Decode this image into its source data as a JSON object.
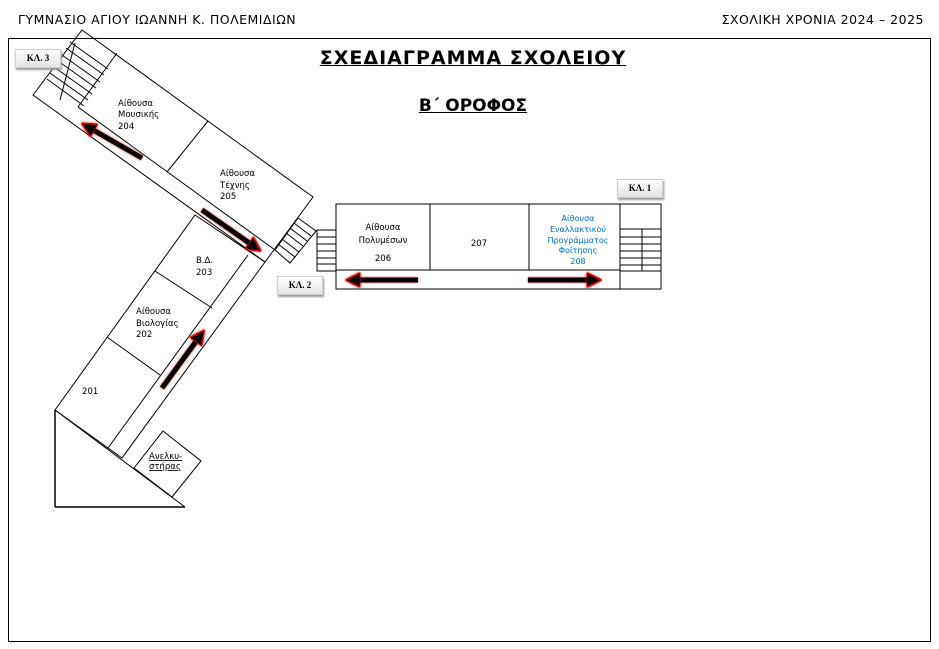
{
  "header": {
    "school": "ΓΥΜΝΑΣΙΟ ΑΓΙΟΥ ΙΩΑΝΝΗ Κ. ΠΟΛΕΜΙΔΙΩΝ",
    "year": "ΣΧΟΛΙΚΗ ΧΡΟΝΙΑ 2024 – 2025"
  },
  "title": "ΣΧΕΔΙΑΓΡΑΜΜΑ  ΣΧΟΛΕΙΟΥ",
  "floor": "Β΄ ΟΡΟΦΟΣ",
  "stairs": {
    "s1": "ΚΛ. 1",
    "s2": "ΚΛ. 2",
    "s3": "ΚΛ. 3"
  },
  "rooms": {
    "r201": {
      "number": "201"
    },
    "r202": {
      "line1": "Αίθουσα",
      "line2": "Βιολογίας",
      "number": "202"
    },
    "r203": {
      "line1": "Β.Δ.",
      "number": "203"
    },
    "r204": {
      "line1": "Αίθουσα",
      "line2": "Μουσικής",
      "number": "204"
    },
    "r205": {
      "line1": "Αίθουσα",
      "line2": "Τέχνης",
      "number": "205"
    },
    "r206": {
      "line1": "Αίθουσα",
      "line2": "Πολυμέσων",
      "number": "206"
    },
    "r207": {
      "number": "207"
    },
    "r208": {
      "line1": "Αίθουσα",
      "line2": "Εναλλακτικού",
      "line3": "Προγράμματος",
      "line4": "Φοίτησης",
      "number": "208"
    },
    "lift": {
      "line1": "Ανελκυ-",
      "line2": "στήρας"
    }
  },
  "colors": {
    "accent_blue": "#0070c0",
    "arrow_outline": "#e00000"
  }
}
